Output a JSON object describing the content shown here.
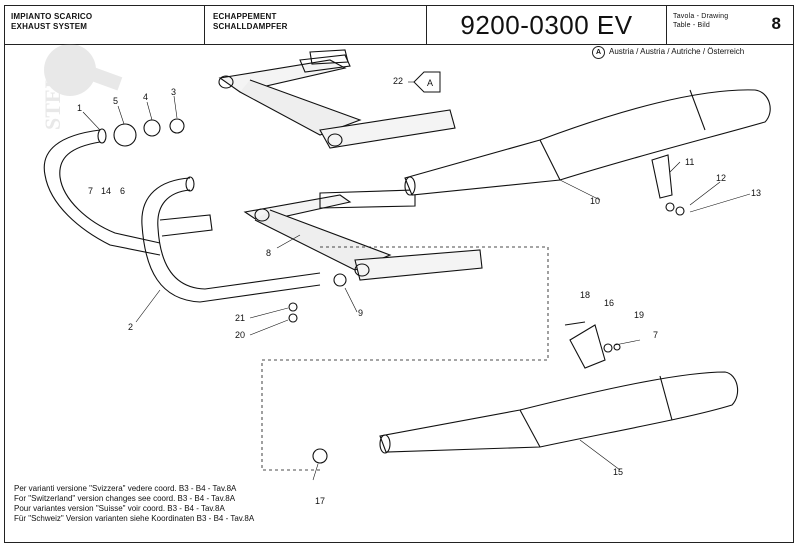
{
  "header": {
    "title_it": "IMPIANTO SCARICO",
    "title_en": "EXHAUST SYSTEM",
    "title_fr": "ECHAPPEMENT",
    "title_de": "SCHALLDAMPFER",
    "code": "9200-0300 EV",
    "table_label_1": "Tavola - Drawing",
    "table_label_2": "Table - Bild",
    "table_number": "8"
  },
  "legend": {
    "marker": "A",
    "text": "Austria / Austria / Autriche / Österreich"
  },
  "callouts": [
    "1",
    "2",
    "3",
    "4",
    "5",
    "6",
    "7",
    "8",
    "9",
    "10",
    "11",
    "12",
    "13",
    "14",
    "15",
    "16",
    "17",
    "18",
    "19",
    "20",
    "21",
    "22"
  ],
  "extra_callouts": {
    "seven_b": "7",
    "ref_marker": "A"
  },
  "notes": [
    "Per varianti versione \"Svizzera\" vedere coord. B3 - B4 - Tav.8A",
    "For \"Switzerland\" version changes see coord. B3 - B4 - Tav.8A",
    "Pour variantes version \"Suisse\" voir coord. B3 - B4 - Tav.8A",
    "Für \"Schweiz\" Version varianten siehe Koordinaten B3 - B4 - Tav.8A"
  ]
}
